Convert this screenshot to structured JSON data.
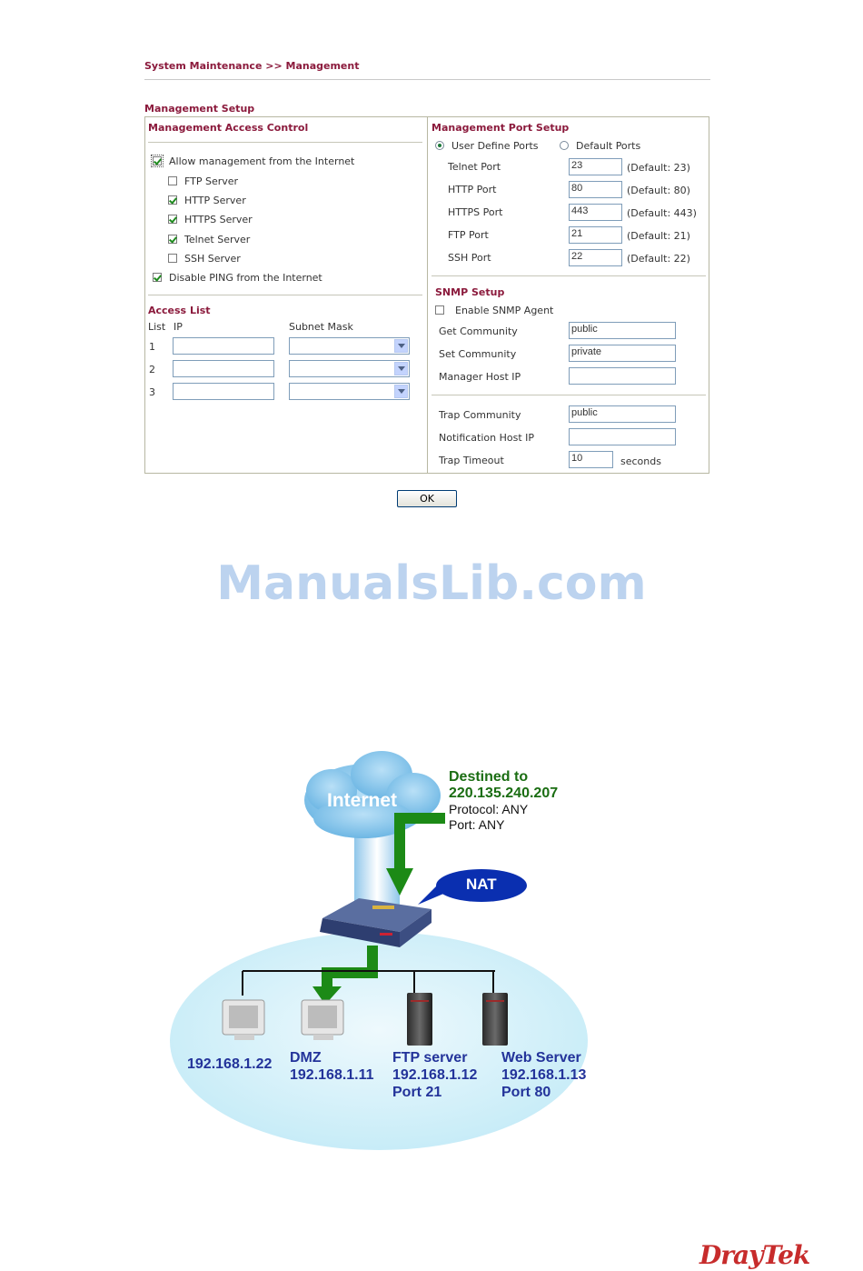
{
  "breadcrumb": "System Maintenance >> Management",
  "setup_title": "Management Setup",
  "access_control": {
    "title": "Management Access Control",
    "allow_internet": {
      "label": "Allow management from the Internet",
      "checked": true
    },
    "servers": [
      {
        "label": "FTP Server",
        "checked": false
      },
      {
        "label": "HTTP Server",
        "checked": true
      },
      {
        "label": "HTTPS Server",
        "checked": true
      },
      {
        "label": "Telnet Server",
        "checked": true
      },
      {
        "label": "SSH Server",
        "checked": false
      }
    ],
    "disable_ping": {
      "label": "Disable PING from the Internet",
      "checked": true
    }
  },
  "access_list": {
    "title": "Access List",
    "col_list": "List",
    "col_ip": "IP",
    "col_mask": "Subnet Mask",
    "rows": [
      {
        "num": "1",
        "ip": "",
        "mask": ""
      },
      {
        "num": "2",
        "ip": "",
        "mask": ""
      },
      {
        "num": "3",
        "ip": "",
        "mask": ""
      }
    ]
  },
  "port_setup": {
    "title": "Management Port Setup",
    "radio_user": "User Define Ports",
    "radio_default": "Default Ports",
    "selected": "user",
    "ports": [
      {
        "label": "Telnet Port",
        "value": "23",
        "default": "(Default: 23)"
      },
      {
        "label": "HTTP Port",
        "value": "80",
        "default": "(Default: 80)"
      },
      {
        "label": "HTTPS Port",
        "value": "443",
        "default": "(Default: 443)"
      },
      {
        "label": "FTP Port",
        "value": "21",
        "default": "(Default: 21)"
      },
      {
        "label": "SSH Port",
        "value": "22",
        "default": "(Default: 22)"
      }
    ]
  },
  "snmp": {
    "title": "SNMP Setup",
    "enable": {
      "label": "Enable SNMP Agent",
      "checked": false
    },
    "get_community": {
      "label": "Get Community",
      "value": "public"
    },
    "set_community": {
      "label": "Set Community",
      "value": "private"
    },
    "manager_host": {
      "label": "Manager Host IP",
      "value": ""
    },
    "trap_community": {
      "label": "Trap Community",
      "value": "public"
    },
    "notification_host": {
      "label": "Notification Host IP",
      "value": ""
    },
    "trap_timeout": {
      "label": "Trap Timeout",
      "value": "10",
      "unit": "seconds"
    }
  },
  "ok_label": "OK",
  "watermark": "ManualsLib.com",
  "diagram": {
    "internet": "Internet",
    "nat": "NAT",
    "destined": "Destined to",
    "dest_ip": "220.135.240.207",
    "protocol": "Protocol: ANY",
    "port": "Port: ANY",
    "hosts": [
      {
        "line1": "192.168.1.22",
        "line2": "",
        "line3": ""
      },
      {
        "line1": "DMZ",
        "line2": "192.168.1.11",
        "line3": ""
      },
      {
        "line1": "FTP server",
        "line2": "192.168.1.12",
        "line3": "Port 21"
      },
      {
        "line1": "Web Server",
        "line2": "192.168.1.13",
        "line3": "Port 80"
      }
    ]
  },
  "logo": "DrayTek"
}
